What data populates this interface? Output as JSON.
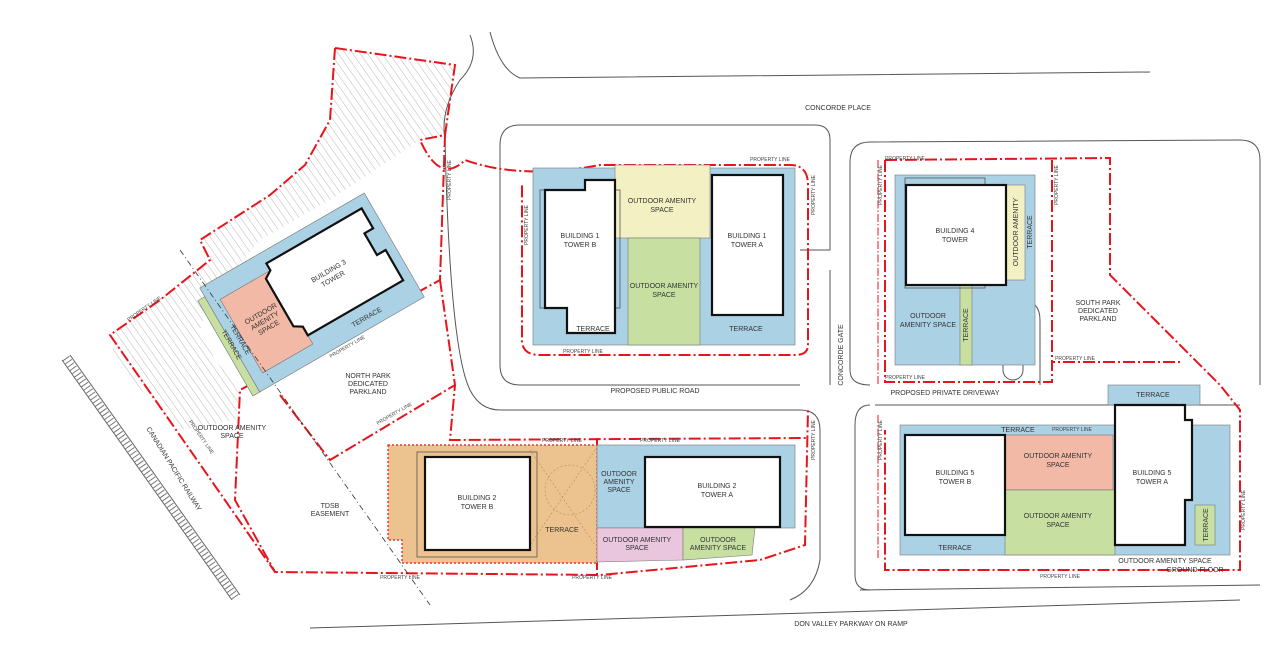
{
  "roads": {
    "concorde_place": "CONCORDE PLACE",
    "proposed_public_road": "PROPOSED PUBLIC ROAD",
    "concorde_gate": "CONCORDE GATE",
    "proposed_private_driveway": "PROPOSED PRIVATE DRIVEWAY",
    "dvp_on_ramp": "DON VALLEY PARKWAY ON RAMP",
    "railway": "CANADIAN PACIFIC RAILWAY"
  },
  "property_line": "PROPERTY LINE",
  "building1": {
    "tower_b": [
      "BUILDING 1",
      "TOWER B"
    ],
    "tower_a": [
      "BUILDING 1",
      "TOWER A"
    ],
    "amenity_top": [
      "OUTDOOR AMENITY",
      "SPACE"
    ],
    "amenity_mid": [
      "OUTDOOR AMENITY",
      "SPACE"
    ],
    "terrace_left": "TERRACE",
    "terrace_right": "TERRACE"
  },
  "building2": {
    "tower_b": [
      "BUILDING 2",
      "TOWER B"
    ],
    "tower_a": [
      "BUILDING 2",
      "TOWER A"
    ],
    "terrace": "TERRACE",
    "amenity_blue": [
      "OUTDOOR",
      "AMENITY",
      "SPACE"
    ],
    "amenity_pink": [
      "OUTDOOR AMENITY",
      "SPACE"
    ],
    "amenity_green": [
      "OUTDOOR",
      "AMENITY SPACE"
    ]
  },
  "building3": {
    "tower": [
      "BUILDING 3",
      "TOWER"
    ],
    "amenity": [
      "OUTDOOR",
      "AMENITY",
      "SPACE"
    ],
    "terrace_long": "TERRACE",
    "terrace_end": "TERRACE",
    "terrace_green": "TERRACE"
  },
  "building4": {
    "tower": [
      "BUILDING 4",
      "TOWER"
    ],
    "amenity_yellow": "OUTDOOR AMENITY",
    "terrace_right": "TERRACE",
    "amenity_blue": [
      "OUTDOOR",
      "AMENITY SPACE"
    ],
    "terrace_green": "TERRACE"
  },
  "building5": {
    "tower_b": [
      "BUILDING 5",
      "TOWER B"
    ],
    "tower_a": [
      "BUILDING 5",
      "TOWER A"
    ],
    "terrace_top": "TERRACE",
    "terrace_mid": "TERRACE",
    "terrace_bottom": "TERRACE",
    "terrace_right": "TERRACE",
    "amenity_salmon": [
      "OUTDOOR AMENITY",
      "SPACE"
    ],
    "amenity_green": [
      "OUTDOOR AMENITY",
      "SPACE"
    ],
    "amenity_ground": [
      "OUTDOOR AMENITY SPACE",
      "GROUND FLOOR"
    ]
  },
  "parks": {
    "north": [
      "NORTH PARK",
      "DEDICATED",
      "PARKLAND"
    ],
    "south": [
      "SOUTH PARK",
      "DEDICATED",
      "PARKLAND"
    ],
    "outdoor_amenity_west": [
      "OUTDOOR AMENITY",
      "SPACE"
    ],
    "tdsb": [
      "TDSB",
      "EASEMENT"
    ]
  },
  "colors": {
    "property_line": "#e8141c",
    "terrace_blue": "#abd1e5",
    "amenity_yellow": "#f3f1c3",
    "amenity_green": "#c7e0a2",
    "amenity_salmon": "#f1b9a6",
    "terrace_orange": "#ecc38f",
    "amenity_pink": "#e9c5de"
  }
}
